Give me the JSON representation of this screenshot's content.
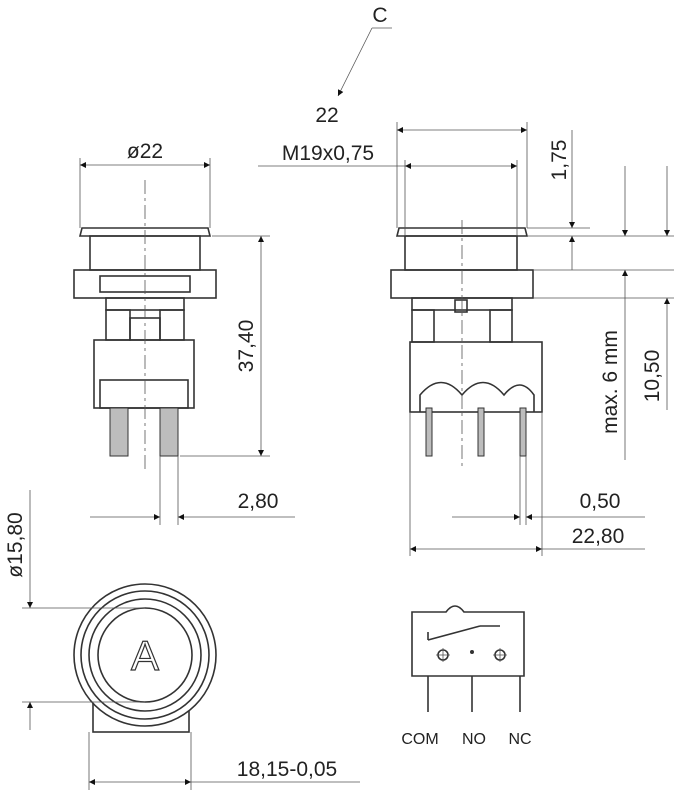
{
  "detail_callout": "C",
  "dimensions": {
    "front_diameter": "ø22",
    "total_height": "37,40",
    "terminal_width": "2,80",
    "ring_diameter": "ø15,80",
    "bottom_width": "18,15-0,05",
    "side_width": "22",
    "thread": "M19x0,75",
    "bezel_height": "1,75",
    "panel_thickness": "max. 6 mm",
    "body_height": "10,50",
    "terminal_offset": "0,50",
    "body_width": "22,80"
  },
  "cap_letter": "A",
  "switch_terminals": [
    "COM",
    "NO",
    "NC"
  ],
  "colors": {
    "line": "#333333",
    "text": "#222222"
  }
}
